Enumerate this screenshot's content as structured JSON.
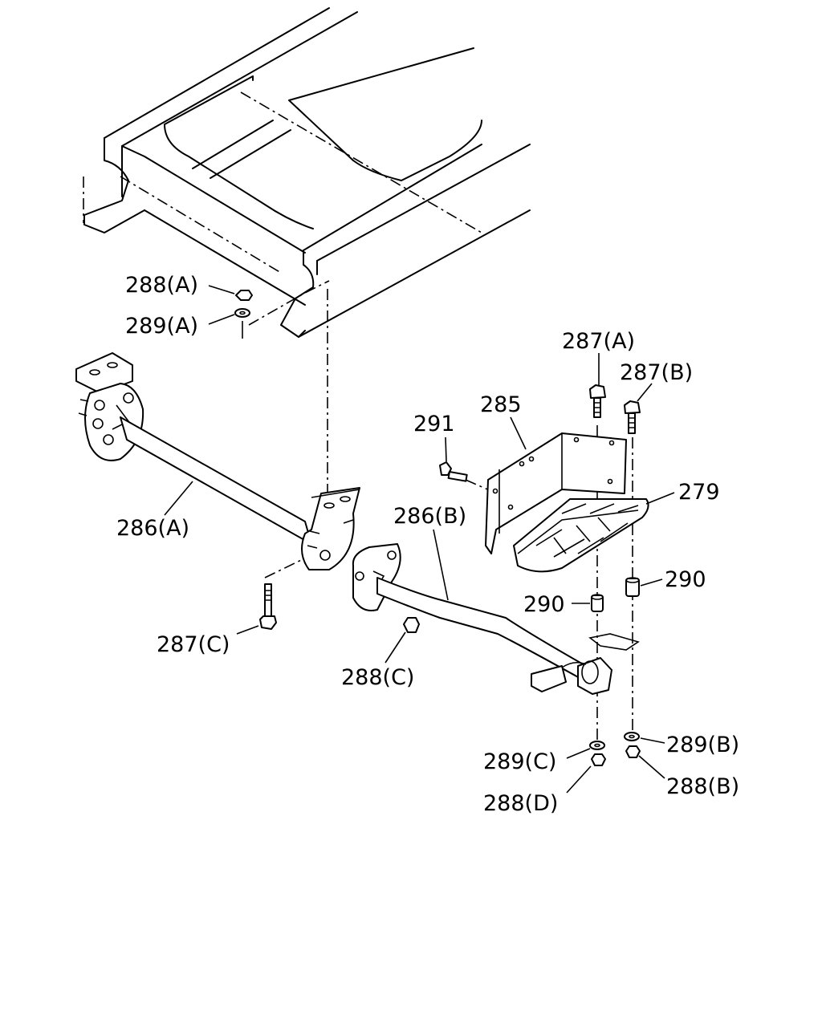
{
  "labels": {
    "l288a": "288(A)",
    "l289a": "289(A)",
    "l286a": "286(A)",
    "l287c": "287(C)",
    "l288c": "288(C)",
    "l286b": "286(B)",
    "l291": "291",
    "l285": "285",
    "l287a": "287(A)",
    "l287b": "287(B)",
    "l279": "279",
    "l290a": "290",
    "l290b": "290",
    "l289c": "289(C)",
    "l288d": "288(D)",
    "l289b": "289(B)",
    "l288b": "288(B)"
  }
}
